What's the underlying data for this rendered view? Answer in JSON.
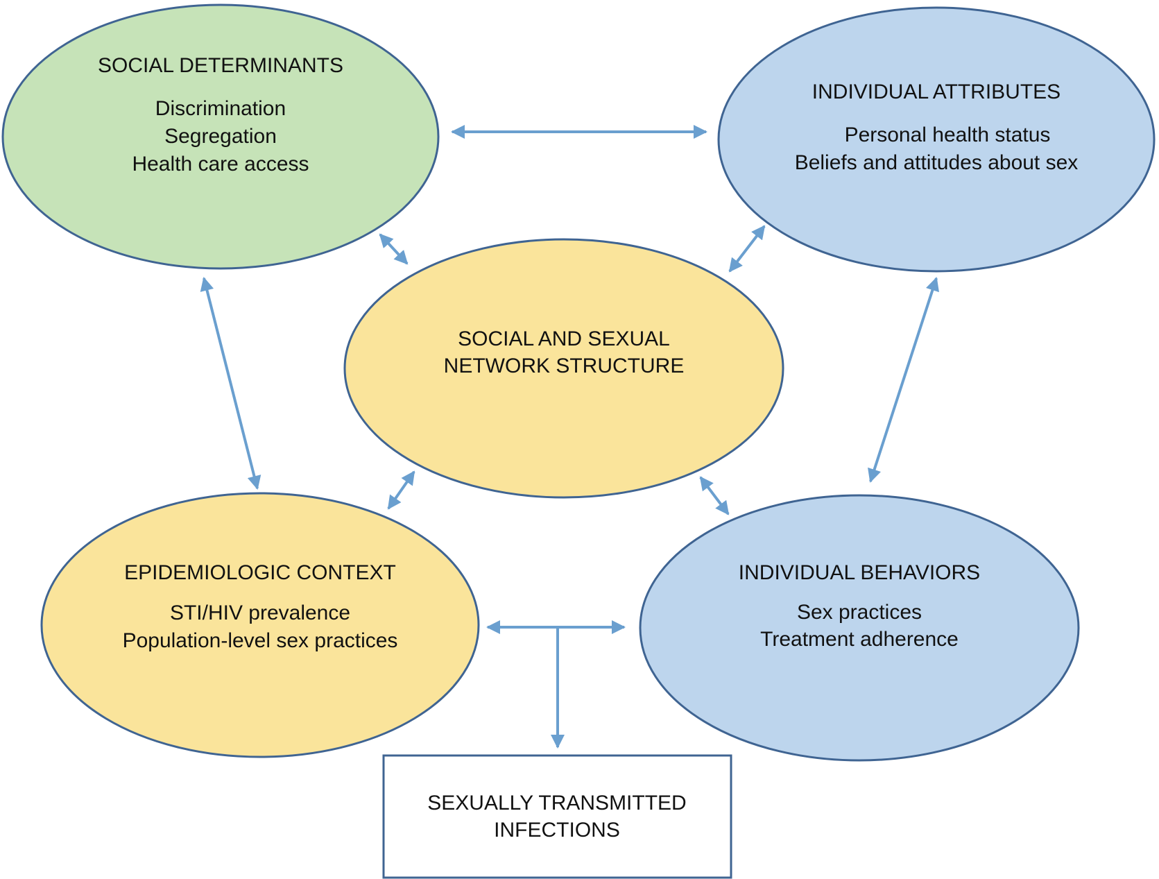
{
  "colors": {
    "green_fill": "#c6e3b8",
    "yellow_fill": "#fae49b",
    "blue_fill": "#bdd5ed",
    "outline": "#3f6492",
    "arrow": "#6a9fcf"
  },
  "nodes": {
    "social_determinants": {
      "title": "SOCIAL DETERMINANTS",
      "items": [
        "Discrimination",
        "Segregation",
        "Health care access"
      ]
    },
    "individual_attributes": {
      "title": "INDIVIDUAL ATTRIBUTES",
      "items": [
        "Personal health status",
        "Beliefs and attitudes about sex"
      ]
    },
    "network_structure": {
      "title_lines": [
        "SOCIAL AND SEXUAL",
        "NETWORK STRUCTURE"
      ]
    },
    "epidemiologic_context": {
      "title": "EPIDEMIOLOGIC CONTEXT",
      "items": [
        "STI/HIV prevalence",
        "Population-level sex practices"
      ]
    },
    "individual_behaviors": {
      "title": "INDIVIDUAL BEHAVIORS",
      "items": [
        "Sex practices",
        "Treatment adherence"
      ]
    },
    "outcome": {
      "title_lines": [
        "SEXUALLY TRANSMITTED",
        "INFECTIONS"
      ]
    }
  }
}
